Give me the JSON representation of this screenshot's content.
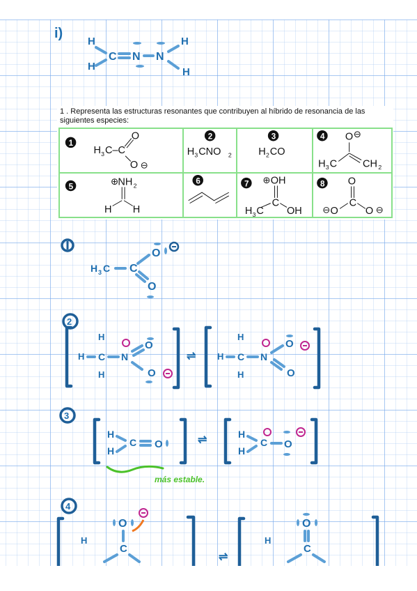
{
  "top_label": "i)",
  "exercise": {
    "title": "1 . Representa las estructuras resonantes que contribuyen al híbrido de resonancia de las siguientes especies:",
    "cells": [
      {
        "num": "1",
        "formula": "H3C–C(=O)–O⊖"
      },
      {
        "num": "2",
        "formula": "H3CNO2"
      },
      {
        "num": "3",
        "formula": "H2CO"
      },
      {
        "num": "4",
        "formula": "H3C–C(O⊖)=CH2"
      },
      {
        "num": "5",
        "formula": "H2C=⊕NH2"
      },
      {
        "num": "6",
        "formula": "butadiene"
      },
      {
        "num": "7",
        "formula": "H3C–C(⊕OH)–OH"
      },
      {
        "num": "8",
        "formula": "⊖O–C(=O)–O⊖"
      }
    ]
  },
  "notes": {
    "step_labels": [
      "1",
      "2",
      "3",
      "4"
    ],
    "annotation": "más estable."
  },
  "colors": {
    "ink_blue": "#1f6fb0",
    "light_blue": "#5b9fd6",
    "magenta": "#c0268f",
    "green": "#4cc22a",
    "orange": "#f07820",
    "table_border": "#88e08a"
  }
}
